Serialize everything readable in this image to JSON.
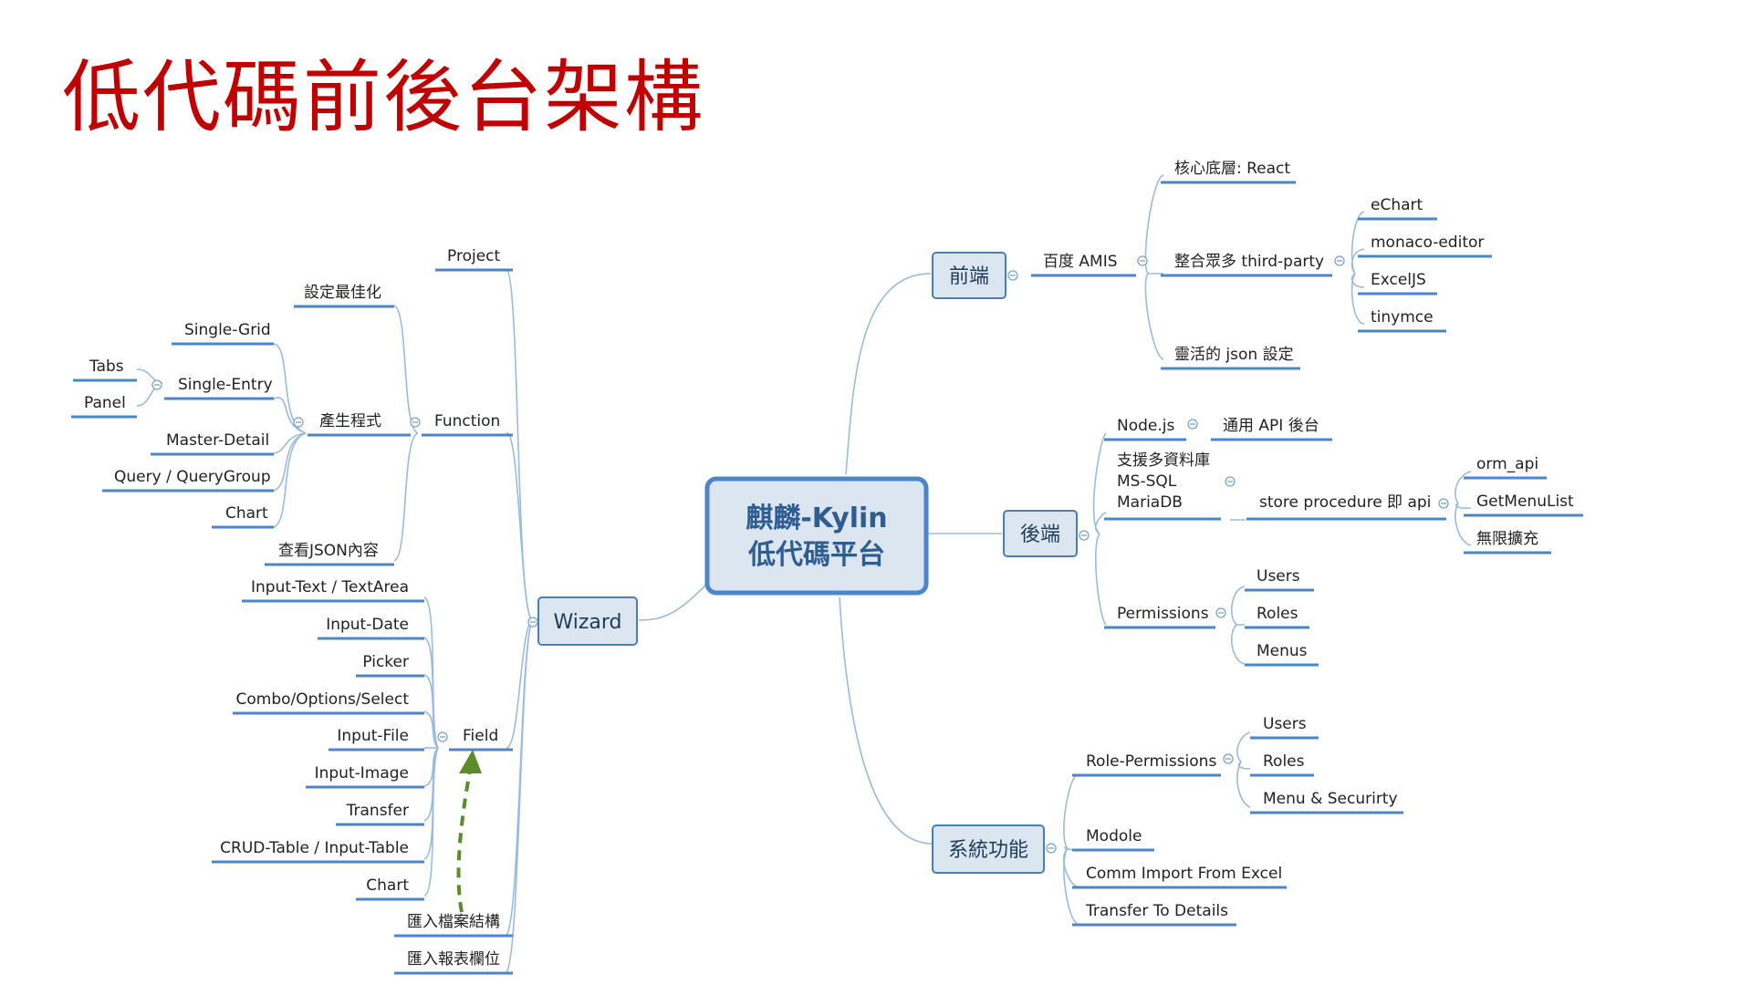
{
  "title": "低代碼前後台架構",
  "center": {
    "line1": "麒麟-Kylin",
    "line2": "低代碼平台"
  },
  "wizard": {
    "label": "Wizard",
    "project": "Project",
    "function": {
      "label": "Function",
      "settings": "設定最佳化",
      "generate": {
        "label": "產生程式",
        "single_grid": "Single-Grid",
        "single_entry": {
          "label": "Single-Entry",
          "tabs": "Tabs",
          "panel": "Panel"
        },
        "master_detail": "Master-Detail",
        "query": "Query / QueryGroup",
        "chart": "Chart"
      },
      "view_json": "查看JSON內容"
    },
    "field": {
      "label": "Field",
      "items": [
        "Input-Text / TextArea",
        "Input-Date",
        "Picker",
        "Combo/Options/Select",
        "Input-File",
        "Input-Image",
        "Transfer",
        "CRUD-Table / Input-Table",
        "Chart"
      ]
    },
    "import_file": "匯入檔案結構",
    "import_report": "匯入報表欄位"
  },
  "frontend": {
    "label": "前端",
    "amis": "百度 AMIS",
    "core": "核心底層: React",
    "third_party": "整合眾多 third-party",
    "libs": [
      "eChart",
      "monaco-editor",
      "ExcelJS",
      "tinymce"
    ],
    "json_setting": "靈活的 json 設定"
  },
  "backend": {
    "label": "後端",
    "nodejs": "Node.js",
    "api": "通用 API 後台",
    "db": [
      "支援多資料庫",
      "MS-SQL",
      "MariaDB"
    ],
    "store_procedure": "store procedure 即 api",
    "sp_items": [
      "orm_api",
      "GetMenuList",
      "無限擴充"
    ],
    "permissions": "Permissions",
    "perm_items": [
      "Users",
      "Roles",
      "Menus"
    ]
  },
  "system": {
    "label": "系統功能",
    "role_permissions": "Role-Permissions",
    "rp_items": [
      "Users",
      "Roles",
      "Menu & Securirty"
    ],
    "modole": "Modole",
    "comm_import": "Comm Import From Excel",
    "transfer": "Transfer To Details"
  },
  "colors": {
    "title": "#c00000",
    "line": "#4a86c8",
    "box_fill": "#dce6f1",
    "arrow": "#5b8c2a"
  }
}
